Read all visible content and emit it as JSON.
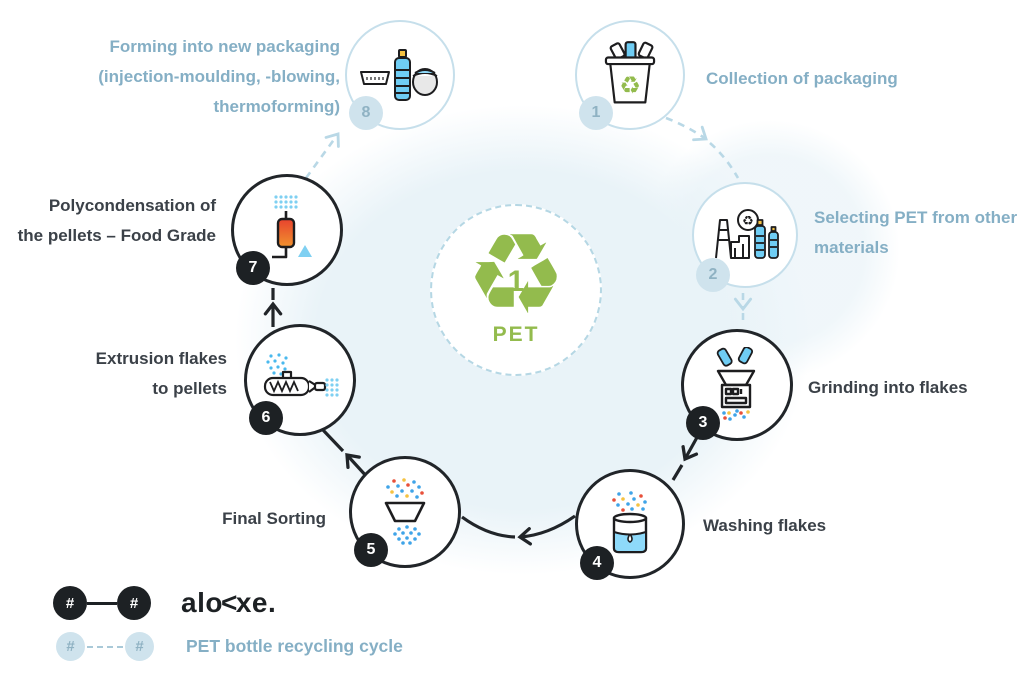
{
  "diagram_title": "PET bottle recycling cycle",
  "center": {
    "recycle_symbol": "♻",
    "resin_code": "1",
    "material_label": "PET"
  },
  "steps": [
    {
      "num": "1",
      "label": "Collection of packaging",
      "style": "cycle",
      "icon": "recycling-bin-icon"
    },
    {
      "num": "2",
      "label": "Selecting PET from other\nmaterials",
      "style": "cycle",
      "icon": "sorting-plant-icon"
    },
    {
      "num": "3",
      "label": "Grinding into flakes",
      "style": "aloxe",
      "icon": "grinder-icon"
    },
    {
      "num": "4",
      "label": "Washing flakes",
      "style": "aloxe",
      "icon": "washing-beaker-icon"
    },
    {
      "num": "5",
      "label": "Final Sorting",
      "style": "aloxe",
      "icon": "sorting-funnel-icon"
    },
    {
      "num": "6",
      "label": "Extrusion flakes\nto pellets",
      "style": "aloxe",
      "icon": "extruder-icon"
    },
    {
      "num": "7",
      "label": "Polycondensation of\nthe pellets – Food Grade",
      "style": "aloxe",
      "icon": "reactor-icon"
    },
    {
      "num": "8",
      "label": "Forming into new packaging\n(injection-moulding, -blowing,\nthermoforming)",
      "style": "cycle",
      "icon": "new-packaging-icon"
    }
  ],
  "legend": {
    "aloxe_row": {
      "badge": "#",
      "brand_pre": "alo",
      "brand_chevron": "<",
      "brand_post": "xe."
    },
    "cycle_row": {
      "badge": "#",
      "label": "PET bottle recycling cycle"
    }
  },
  "colors": {
    "black": "#1d2124",
    "cycle_blue_text": "#85afc5",
    "cycle_blue_stroke": "#c6dfeb",
    "badge_light_bg": "#cfe3ed",
    "green": "#93bb4d",
    "icon_blue": "#6fcdf4",
    "flake_blue": "#3fa4e8",
    "flake_red": "#e8503a",
    "flake_yellow": "#f5c242",
    "reactor_gradient_top": "#e8432e",
    "reactor_gradient_bottom": "#f0922e"
  }
}
